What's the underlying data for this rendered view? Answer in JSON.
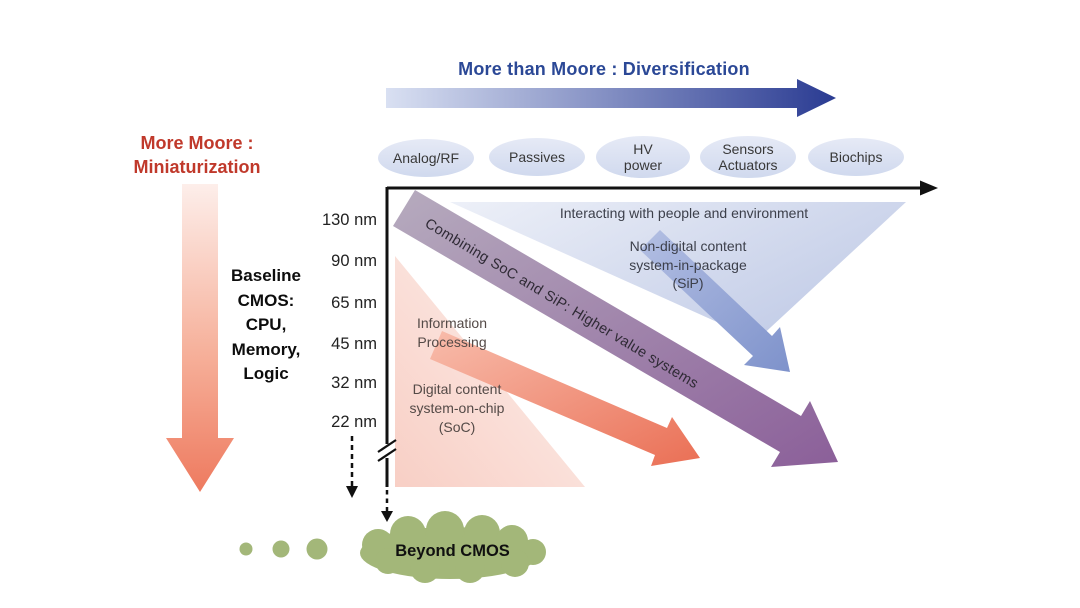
{
  "title": {
    "more_than_moore": "More than Moore : Diversification"
  },
  "left": {
    "more_moore": "More Moore :\nMiniaturization",
    "baseline": "Baseline\nCMOS:\nCPU,\nMemory,\nLogic"
  },
  "categories": [
    {
      "label": "Analog/RF"
    },
    {
      "label": "Passives"
    },
    {
      "label": "HV\npower"
    },
    {
      "label": "Sensors\nActuators"
    },
    {
      "label": "Biochips"
    }
  ],
  "axis": {
    "nm_labels": [
      "130 nm",
      "90 nm",
      "65 nm",
      "45 nm",
      "32 nm",
      "22 nm"
    ]
  },
  "regions": {
    "sip": {
      "interacting": "Interacting with people and environment",
      "block": "Non-digital content\nsystem-in-package\n(SiP)"
    },
    "soc": {
      "info": "Information\nProcessing",
      "block": "Digital content\nsystem-on-chip\n(SoC)"
    },
    "combining": "Combining SoC and SiP: Higher value systems"
  },
  "beyond": {
    "label": "Beyond CMOS"
  },
  "colors": {
    "more_moore_red": "#c0392b",
    "diversification_blue": "#2b4896",
    "sip_arrow_blue": "#7e92cb",
    "soc_arrow_red": "#ea6f55",
    "combining_purple": "#8b5f99",
    "beyond_cmos_green": "#a3b779"
  }
}
